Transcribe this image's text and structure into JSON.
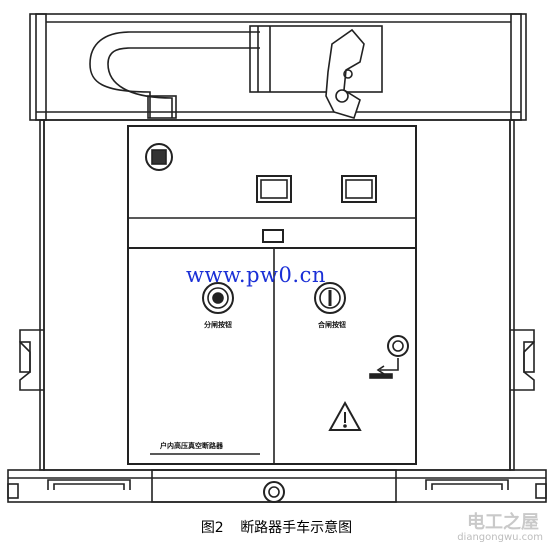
{
  "watermark_url": "www.pw0.cn",
  "open_button_label": "分闸按钮",
  "close_button_label": "合闸按钮",
  "nameplate_text": "户内高压真空断路器",
  "caption": {
    "figure_number": "图2",
    "title": "断路器手车示意图"
  },
  "site_logo": "电工之屋",
  "site_url": "diangongwu.com"
}
